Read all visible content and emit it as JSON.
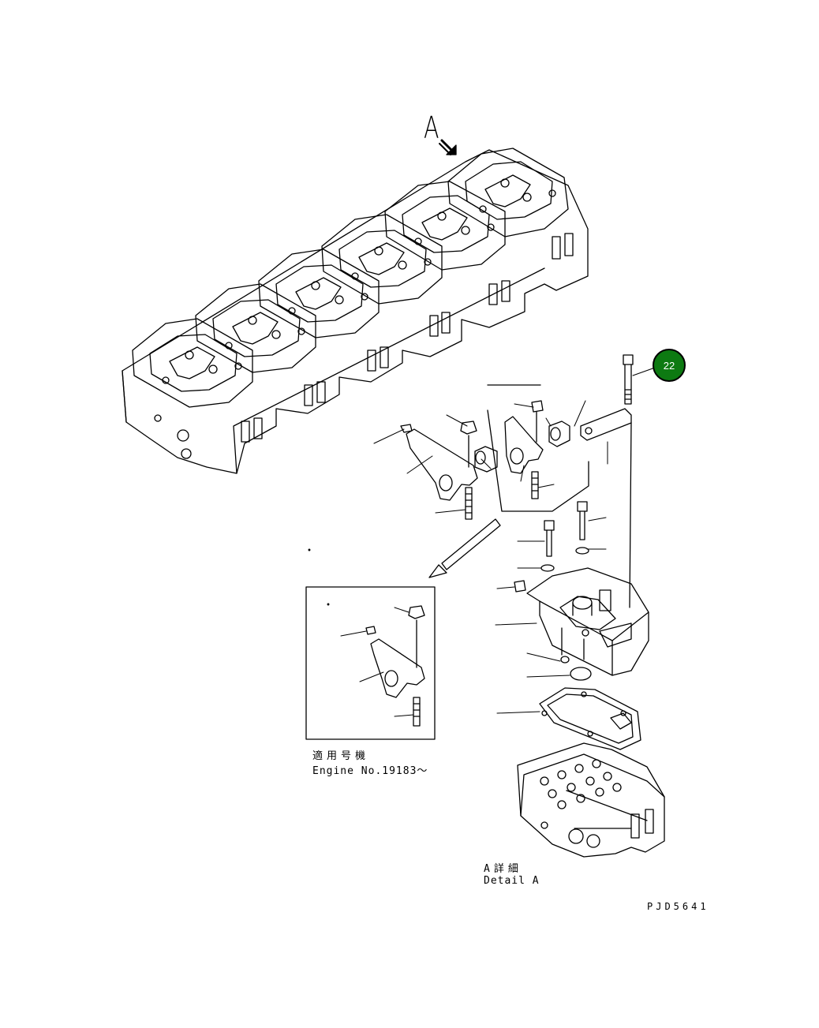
{
  "view_label": "A",
  "callout": {
    "number": "22",
    "color": "#0d7a12"
  },
  "inset": {
    "caption_jp": "適用号機",
    "caption_en": "Engine No.19183～"
  },
  "detail": {
    "caption_jp": "A詳細",
    "caption_en": "Detail A"
  },
  "drawing_number": "PJD5641"
}
